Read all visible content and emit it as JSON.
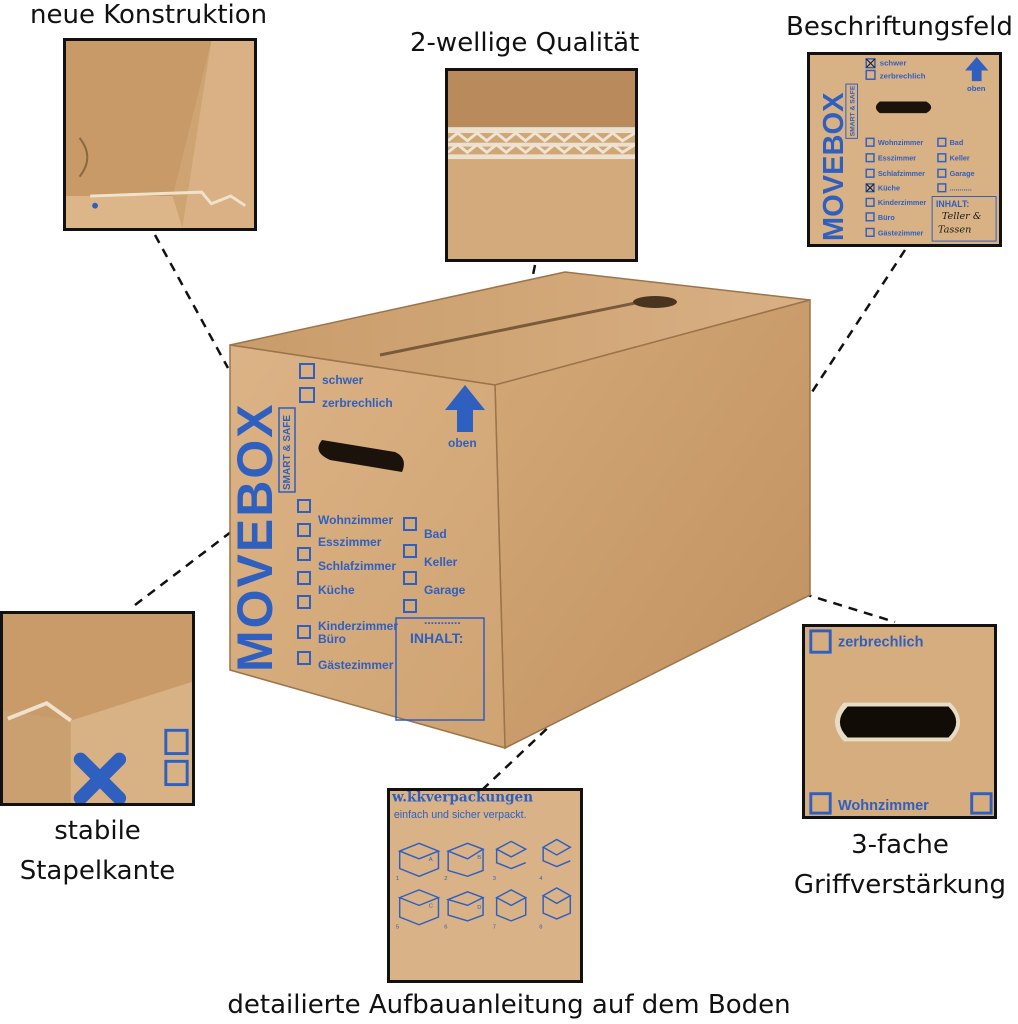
{
  "captions": {
    "construction": "neue Konstruktion",
    "corrugated": "2-wellige Qualität",
    "label_field": "Beschriftungsfeld",
    "edge_line1": "stabile",
    "edge_line2": "Stapelkante",
    "handle_line1": "3-fache",
    "handle_line2": "Griffverstärkung",
    "bottom": "detailierte Aufbauanleitung auf dem Boden"
  },
  "box_print": {
    "brand": "MOVEBOX",
    "tagline": "SMART & SAFE",
    "arrow_label": "oben",
    "handling": [
      "schwer",
      "zerbrechlich"
    ],
    "rooms_left": [
      "Wohnzimmer",
      "Esszimmer",
      "Schlafzimmer",
      "Küche",
      "Kinderzimmer",
      "Büro",
      "Gästezimmer"
    ],
    "rooms_right": [
      "Bad",
      "Keller",
      "Garage",
      "..........."
    ],
    "content_label": "INHALT:"
  },
  "label_inset": {
    "content_text_line1": "Teller &",
    "content_text_line2": "Tassen"
  },
  "handle_inset": {
    "top_label": "zerbrechlich",
    "bottom_label": "Wohnzimmer"
  },
  "bottom_inset": {
    "url": "w.kkverpackungen",
    "slogan": "einfach und sicher verpackt.",
    "steps": [
      "1",
      "2",
      "3",
      "4",
      "5",
      "6",
      "7",
      "8"
    ],
    "step_letters": [
      "A",
      "B",
      "C",
      "D"
    ]
  },
  "colors": {
    "cardboard_light": "#d6ad7e",
    "cardboard_mid": "#c99b69",
    "cardboard_dark": "#b38556",
    "print_blue": "#2f5fbf",
    "line": "#111111"
  }
}
